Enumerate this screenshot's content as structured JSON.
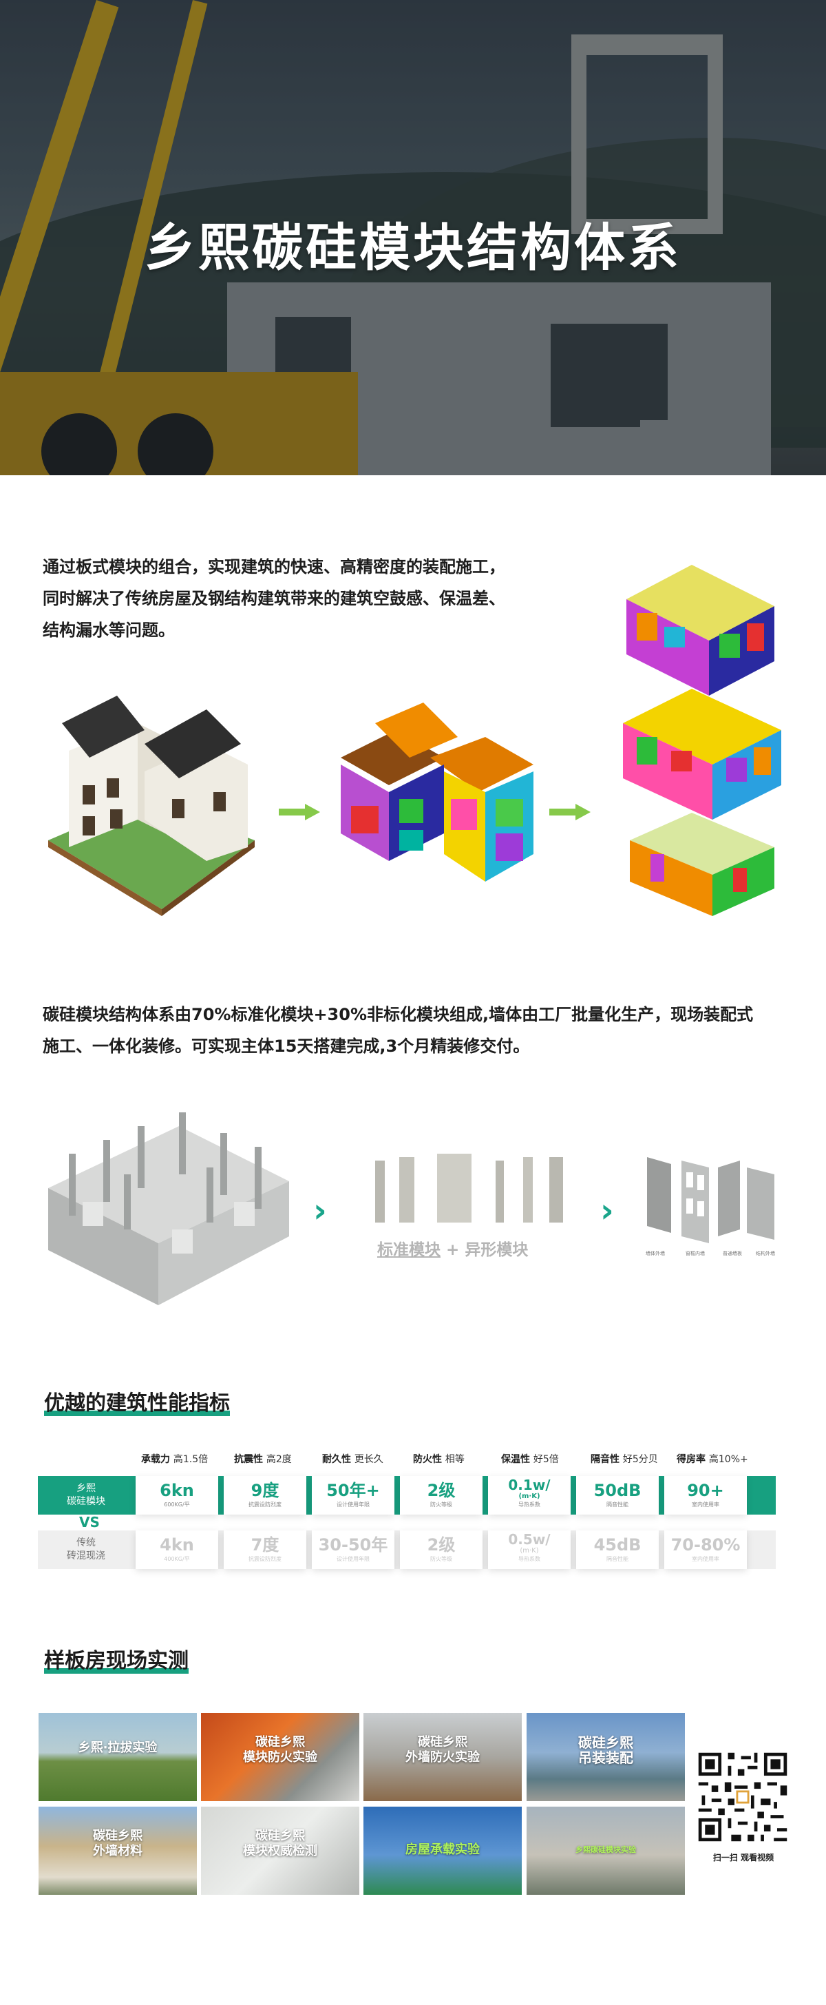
{
  "hero": {
    "title": "乡熙碳硅模块结构体系"
  },
  "intro": {
    "lines": [
      "通过板式模块的组合，实现建筑的快速、高精密度的装配施工，",
      "同时解决了传统房屋及钢结构建筑带来的建筑空鼓感、保温差、",
      "结构漏水等问题。"
    ]
  },
  "composition": {
    "lines": [
      "碳硅模块结构体系由70%标准化模块+30%非标化模块组成,墙体由工厂批量化生产，现场装配式",
      "施工、一体化装修。可实现主体15天搭建完成,3个月精装修交付。"
    ],
    "module_caption": "标准模块 + 异形模块",
    "module_caption_a": "标准模块",
    "module_caption_plus": "+",
    "module_caption_b": "异形模块",
    "panel_labels": [
      "墙体外墙",
      "窗框内墙",
      "普通墙板",
      "结构外墙"
    ]
  },
  "performance": {
    "title": "优越的建筑性能指标",
    "vs_label": "VS",
    "ours_label": [
      "乡熙",
      "碳硅模块"
    ],
    "trad_label": [
      "传统",
      "砖混现浇"
    ],
    "metrics": [
      {
        "name": "承载力",
        "note": "高1.5倍",
        "ours": "6kn",
        "ours_sub": "600KG/平",
        "trad": "4kn",
        "trad_sub": "400KG/平"
      },
      {
        "name": "抗震性",
        "note": "高2度",
        "ours": "9度",
        "ours_sub": "抗震设防烈度",
        "trad": "7度",
        "trad_sub": "抗震设防烈度"
      },
      {
        "name": "耐久性",
        "note": "更长久",
        "ours": "50年+",
        "ours_sub": "设计使用年限",
        "trad": "30-50年",
        "trad_sub": "设计使用年限"
      },
      {
        "name": "防火性",
        "note": "相等",
        "ours": "2级",
        "ours_sub": "防火等级",
        "trad": "2级",
        "trad_sub": "防火等级"
      },
      {
        "name": "保温性",
        "note": "好5倍",
        "ours": "0.1w/",
        "ours_unit": "(m·K)",
        "ours_sub": "导热系数",
        "trad": "0.5w/",
        "trad_unit": "(m·K)",
        "trad_sub": "导热系数"
      },
      {
        "name": "隔音性",
        "note": "好5分贝",
        "ours": "50dB",
        "ours_sub": "隔音性能",
        "trad": "45dB",
        "trad_sub": "隔音性能"
      },
      {
        "name": "得房率",
        "note": "高10%+",
        "ours": "90+",
        "ours_sub": "室内使用率",
        "trad": "70-80%",
        "trad_sub": "室内使用率"
      }
    ],
    "colors": {
      "accent": "#17a080",
      "muted": "#c9c9c9"
    }
  },
  "field_test": {
    "title": "样板房现场实测",
    "tiles": [
      {
        "caption": "乡熙·拉拔实验"
      },
      {
        "caption": "碳硅乡熙\n模块防火实验"
      },
      {
        "caption": "碳硅乡熙\n外墙防火实验"
      },
      {
        "caption": "碳硅乡熙\n吊装装配"
      },
      {
        "caption": "碳硅乡熙\n外墙材料"
      },
      {
        "caption": "碳硅乡熙\n模块权威检测"
      },
      {
        "caption": "房屋承载实验"
      },
      {
        "caption": "乡熙碳硅模块实验"
      }
    ],
    "qr_caption": "扫一扫 观看视频"
  }
}
